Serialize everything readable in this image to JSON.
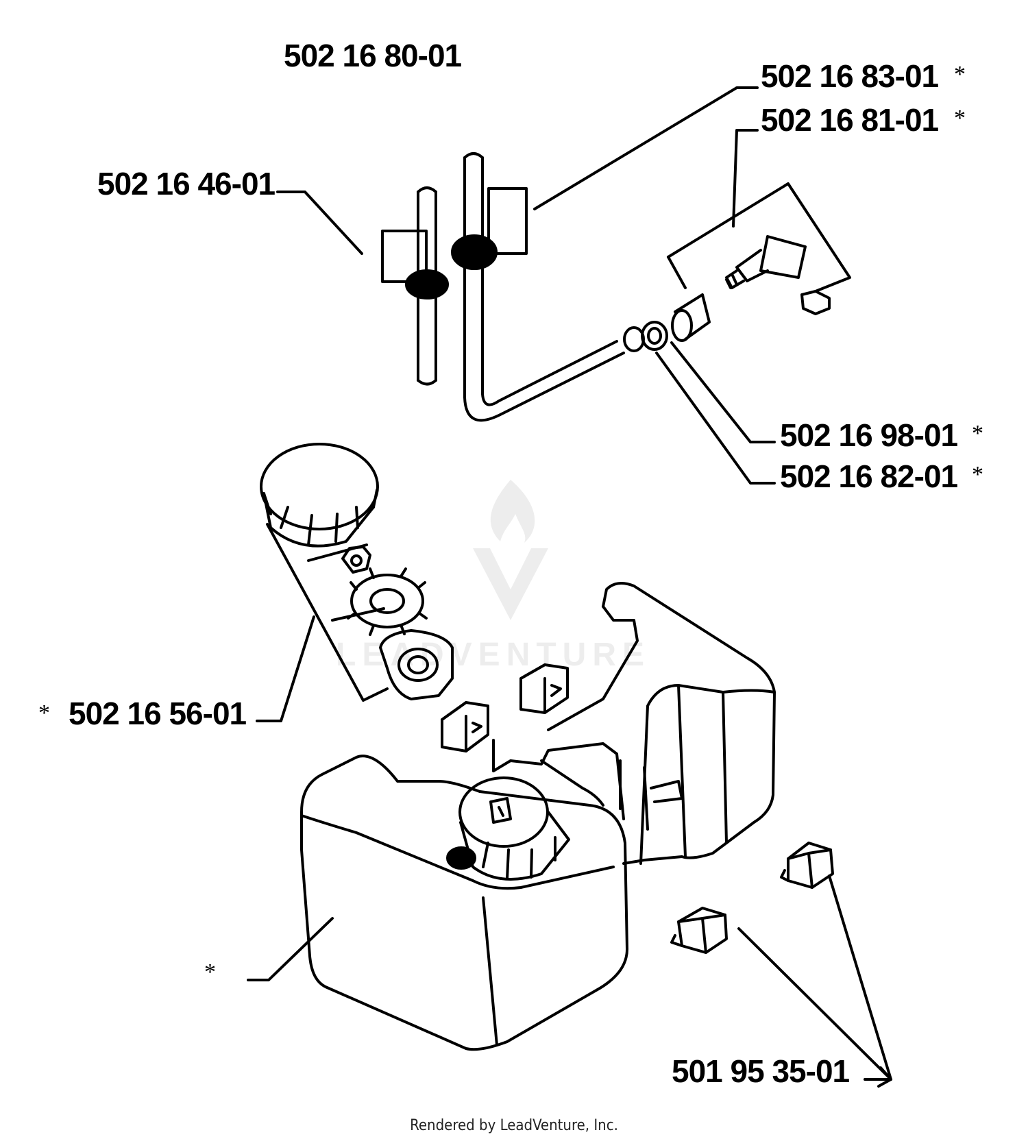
{
  "labels": {
    "assembly": "502 16 80-01",
    "p1": "502 16 83-01",
    "p2": "502 16 81-01",
    "p3": "502 16 46-01",
    "p4": "502 16 98-01",
    "p5": "502 16 82-01",
    "p6": "502 16 56-01",
    "p7": "501 95 35-01"
  },
  "marks": {
    "asterisk": "*"
  },
  "watermark": {
    "text": "LEADVENTURE"
  },
  "footer": {
    "credit": "Rendered by LeadVenture, Inc."
  },
  "colors": {
    "ink": "#000000",
    "background": "#ffffff"
  }
}
